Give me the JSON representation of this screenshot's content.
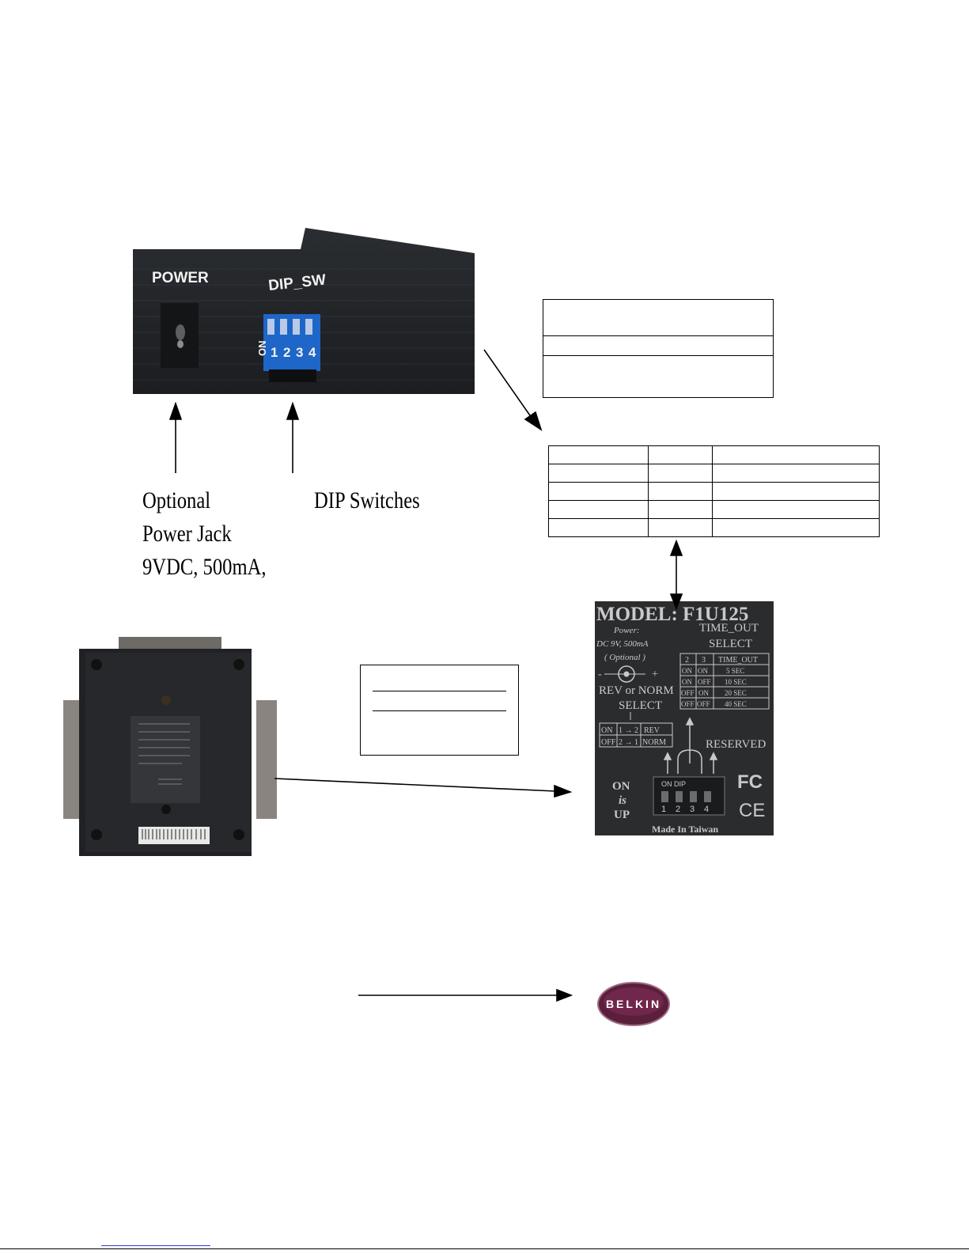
{
  "front_panel": {
    "power_label": "POWER",
    "dip_label": "DIP_SW",
    "switch_on_label": "ON",
    "switch_numbers": [
      "1",
      "2",
      "3",
      "4"
    ]
  },
  "captions": {
    "power_jack": [
      "Optional",
      "Power Jack",
      "9VDC, 500mA,"
    ],
    "dip_switches": "DIP Switches"
  },
  "label": {
    "model": "MODEL: F1U125",
    "power_title": "Power:",
    "power_spec": "DC 9V, 500mA",
    "optional": "( Optional )",
    "minus": "-",
    "plus": "+",
    "rev_norm": "REV or NORM",
    "select": "SELECT",
    "timeout_title": "TIME_OUT",
    "timeout_select": "SELECT",
    "timeout_header": [
      "2",
      "3",
      "TIME_OUT"
    ],
    "timeout_rows": [
      [
        "ON",
        "ON",
        "5 SEC"
      ],
      [
        "ON",
        "OFF",
        "10 SEC"
      ],
      [
        "OFF",
        "ON",
        "20 SEC"
      ],
      [
        "OFF",
        "OFF",
        "40 SEC"
      ]
    ],
    "mode_rows": [
      [
        "ON",
        "1 → 2",
        "REV"
      ],
      [
        "OFF",
        "2 → 1",
        "NORM"
      ]
    ],
    "reserved": "RESERVED",
    "on_is_up": [
      "ON",
      "is",
      "UP"
    ],
    "dip_title": "ON   DIP",
    "dip_numbers": [
      "1",
      "2",
      "3",
      "4"
    ],
    "fc_mark": "FC",
    "ce_mark": "CE",
    "made_in": "Made In Taiwan"
  },
  "logo": {
    "text": "BELKIN",
    "colors": {
      "outer": "#5a1f3a",
      "inner": "#7a2a52",
      "text": "#ffffff"
    }
  }
}
